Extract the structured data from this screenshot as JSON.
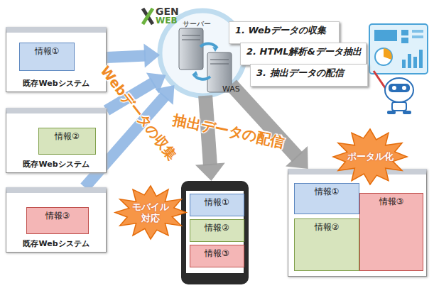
{
  "diagram": {
    "nodes": [
      {
        "text": [
          "1. Webデータの収集"
        ]
      },
      {
        "text": [
          "2. HTML解析&データ抽出"
        ]
      },
      {
        "text": [
          "3. 抽出データの配信"
        ]
      },
      {
        "text": [
          "サーバー",
          "WAS"
        ]
      },
      {
        "text": [
          "既存Webシステム"
        ]
      },
      {
        "text": [
          "情報①"
        ],
        "in": 4
      },
      {
        "text": [
          "既存Webシステム"
        ]
      },
      {
        "text": [
          "情報②"
        ],
        "in": 6
      },
      {
        "text": [
          "既存Webシステム"
        ]
      },
      {
        "text": [
          "情報③"
        ],
        "in": 8
      },
      {
        "text": [
          "ポータル化"
        ]
      },
      {
        "text": [
          "情報①"
        ],
        "in": 10
      },
      {
        "text": [
          "情報③"
        ],
        "in": 10
      },
      {
        "text": [
          "情報②"
        ],
        "in": 10
      },
      {
        "text": [
          "モバイル対応"
        ]
      },
      {
        "text": [
          "情報①"
        ],
        "in": 14
      },
      {
        "text": [
          "情報②"
        ],
        "in": 14
      },
      {
        "text": [
          "情報③"
        ],
        "in": 14
      }
    ],
    "edges": [
      {
        "from": 4,
        "to": 3,
        "arrow": "to"
      },
      {
        "from": 6,
        "to": 3,
        "arrow": "to"
      },
      {
        "from": 8,
        "to": 3,
        "arrow": "to"
      },
      {
        "from": 3,
        "to": 14,
        "arrow": "to"
      },
      {
        "from": 3,
        "to": 10,
        "arrow": "to"
      }
    ],
    "labels": [
      "GEN",
      "WEB",
      "Webデータの収集",
      "抽出データの配信"
    ]
  }
}
